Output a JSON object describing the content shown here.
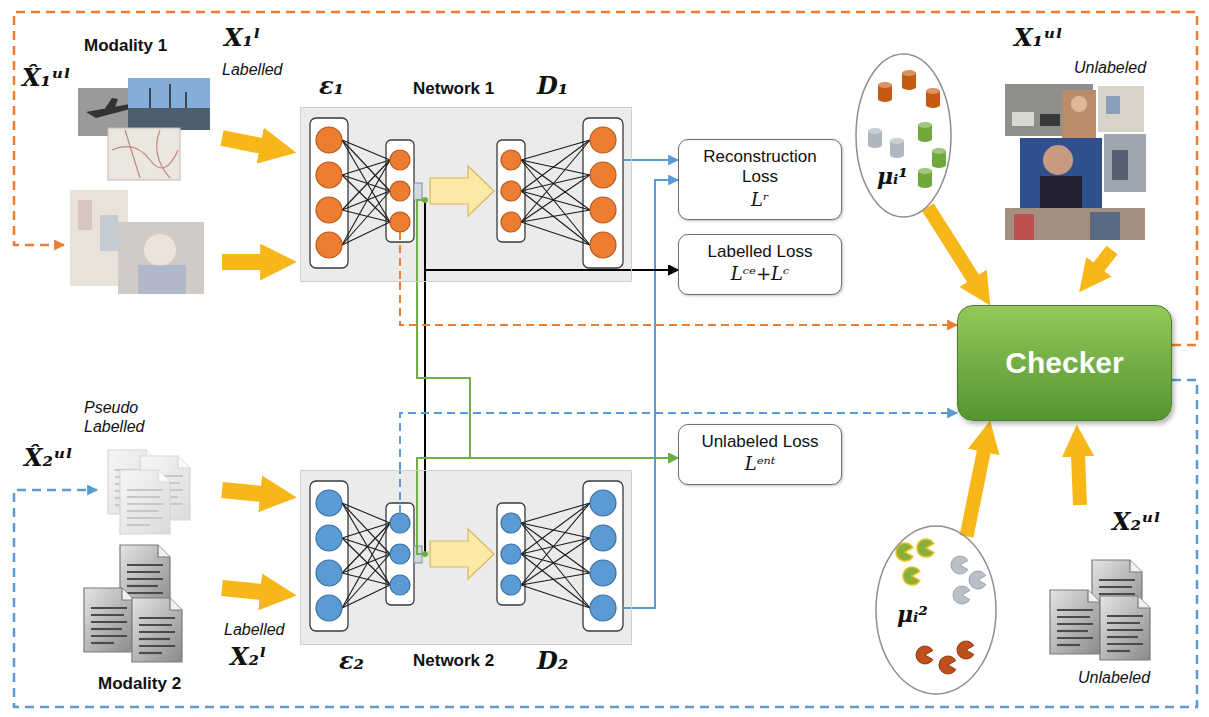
{
  "diagram": {
    "nodes": [
      {
        "text": [
          "ε₁",
          "Network 1",
          "D₁"
        ]
      },
      {
        "text": [
          "Reconstruction Loss",
          "Lʳ"
        ]
      },
      {
        "text": [
          "Labelled Loss",
          "Lᶜᵉ+Lᶜ"
        ]
      },
      {
        "text": [
          "μᵢ¹"
        ]
      },
      {
        "text": [
          "Checker"
        ]
      },
      {
        "text": [
          "Unlabeled Loss",
          "Lᵉⁿᵗ"
        ]
      },
      {
        "text": [
          "ε₂",
          "Network 2",
          "D₂"
        ]
      },
      {
        "text": [
          "μᵢ²"
        ]
      }
    ],
    "edges": [
      {
        "from": 0,
        "to": 1,
        "arrow": "to"
      },
      {
        "from": 6,
        "to": 1,
        "arrow": "to"
      },
      {
        "from": 0,
        "to": 2,
        "arrow": "to"
      },
      {
        "from": 6,
        "to": 2,
        "arrow": "to"
      },
      {
        "from": 0,
        "to": 5,
        "arrow": "to"
      },
      {
        "from": 6,
        "to": 5,
        "arrow": "to"
      },
      {
        "from": 0,
        "to": 4,
        "arrow": "to"
      },
      {
        "from": 6,
        "to": 4,
        "arrow": "to"
      },
      {
        "from": 3,
        "to": 4,
        "arrow": "to"
      },
      {
        "from": 7,
        "to": 4,
        "arrow": "to"
      }
    ],
    "labels": [
      "X̂₁ᵘˡ",
      "Modality 1",
      "X₁ˡ",
      "Labelled",
      "X₁ᵘˡ",
      "Unlabeled",
      "Pseudo Labelled",
      "X̂₂ᵘˡ",
      "Labelled",
      "X₂ˡ",
      "Modality 2",
      "X₂ᵘˡ",
      "Unlabeled"
    ]
  }
}
